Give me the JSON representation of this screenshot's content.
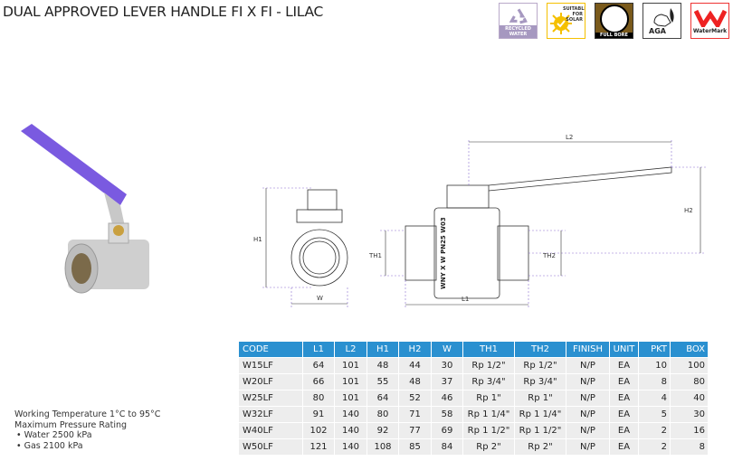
{
  "title": "DUAL APPROVED LEVER HANDLE FI X FI - LILAC",
  "badges": [
    {
      "name": "recycled-water",
      "label": "RECYCLED WATER"
    },
    {
      "name": "solar",
      "label": "SUITABLE FOR SOLAR"
    },
    {
      "name": "full-bore",
      "label": "FULL BORE"
    },
    {
      "name": "aga",
      "label": "AGA"
    },
    {
      "name": "watermark",
      "label": "WaterMark"
    }
  ],
  "diagram": {
    "labels": {
      "l2": "L2",
      "h1": "H1",
      "h2": "H2",
      "th1": "TH1",
      "th2": "TH2",
      "w": "W",
      "l1": "L1"
    },
    "body_marking": "WNY X W PN25 W03"
  },
  "colors": {
    "handle": "#7a5ae0",
    "header": "#2a90d0"
  },
  "table": {
    "headers": [
      "CODE",
      "L1",
      "L2",
      "H1",
      "H2",
      "W",
      "TH1",
      "TH2",
      "FINISH",
      "UNIT",
      "PKT",
      "BOX"
    ],
    "rows": [
      [
        "W15LF",
        "64",
        "101",
        "48",
        "44",
        "30",
        "Rp 1/2\"",
        "Rp 1/2\"",
        "N/P",
        "EA",
        "10",
        "100"
      ],
      [
        "W20LF",
        "66",
        "101",
        "55",
        "48",
        "37",
        "Rp 3/4\"",
        "Rp 3/4\"",
        "N/P",
        "EA",
        "8",
        "80"
      ],
      [
        "W25LF",
        "80",
        "101",
        "64",
        "52",
        "46",
        "Rp 1\"",
        "Rp 1\"",
        "N/P",
        "EA",
        "4",
        "40"
      ],
      [
        "W32LF",
        "91",
        "140",
        "80",
        "71",
        "58",
        "Rp 1 1/4\"",
        "Rp 1 1/4\"",
        "N/P",
        "EA",
        "5",
        "30"
      ],
      [
        "W40LF",
        "102",
        "140",
        "92",
        "77",
        "69",
        "Rp 1 1/2\"",
        "Rp 1 1/2\"",
        "N/P",
        "EA",
        "2",
        "16"
      ],
      [
        "W50LF",
        "121",
        "140",
        "108",
        "85",
        "84",
        "Rp 2\"",
        "Rp 2\"",
        "N/P",
        "EA",
        "2",
        "8"
      ]
    ]
  },
  "specs": [
    "Working Temperature  1°C to 95°C",
    "Maximum Pressure Rating",
    "• Water 2500 kPa",
    "• Gas 2100 kPa"
  ]
}
